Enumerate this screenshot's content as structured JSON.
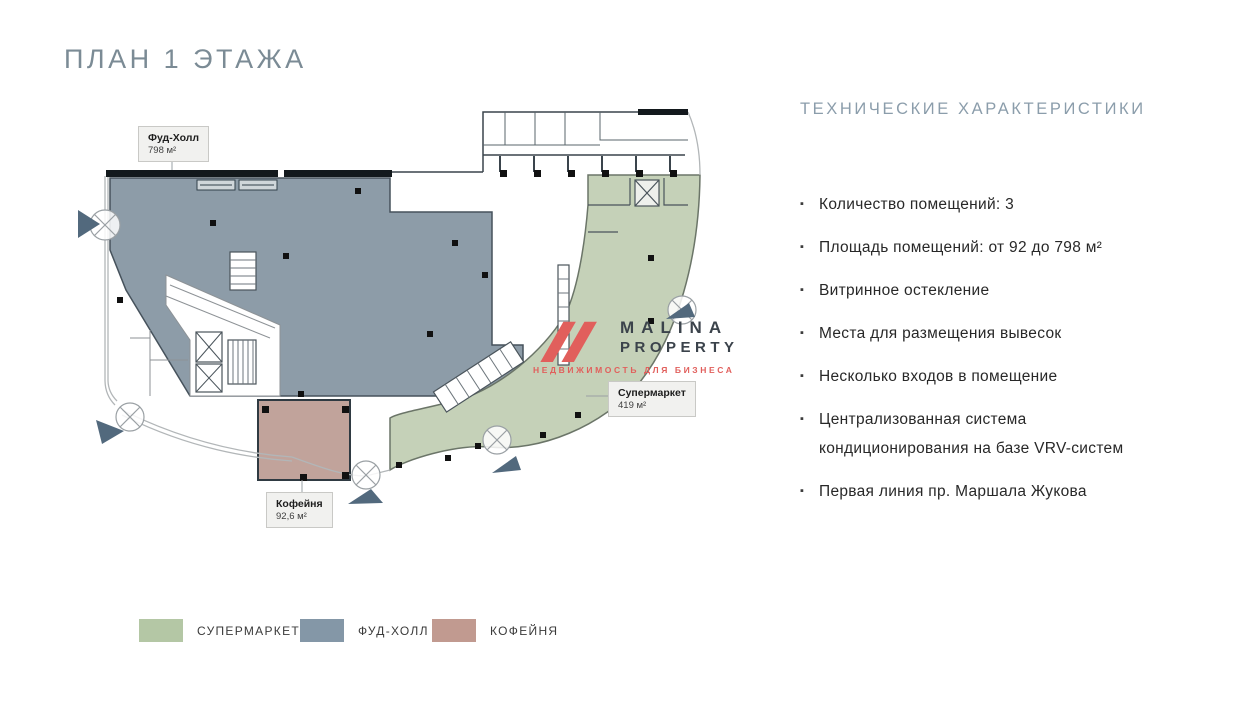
{
  "page_title": "ПЛАН 1 ЭТАЖА",
  "plan": {
    "units": [
      {
        "id": "food-hall",
        "name": "Фуд-Холл",
        "area": "798 м²",
        "color": "#8d9ca8"
      },
      {
        "id": "supermarket",
        "name": "Супермаркет",
        "area": "419 м²",
        "color": "#c5d1b8"
      },
      {
        "id": "coffee",
        "name": "Кофейня",
        "area": "92,6 м²",
        "color": "#c1a39b"
      }
    ]
  },
  "logo": {
    "name_line1": "MALINA",
    "name_line2": "PROPERTY",
    "tagline": "НЕДВИЖИМОСТЬ ДЛЯ БИЗНЕСА",
    "accent_color": "#e15f5c"
  },
  "specs": {
    "heading": "ТЕХНИЧЕСКИЕ ХАРАКТЕРИСТИКИ",
    "items": [
      "Количество помещений: 3",
      "Площадь помещений: от 92 до 798 м²",
      "Витринное остекление",
      "Места для размещения вывесок",
      "Несколько входов в помещение",
      "Централизованная система кондиционирования на базе VRV-систем",
      "Первая линия пр. Маршала Жукова"
    ]
  },
  "legend": {
    "items": [
      {
        "label": "СУПЕРМАРКЕТ",
        "color": "#b4c7a5"
      },
      {
        "label": "ФУД-ХОЛЛ",
        "color": "#8497a7"
      },
      {
        "label": "КОФЕЙНЯ",
        "color": "#c19a90"
      }
    ]
  }
}
